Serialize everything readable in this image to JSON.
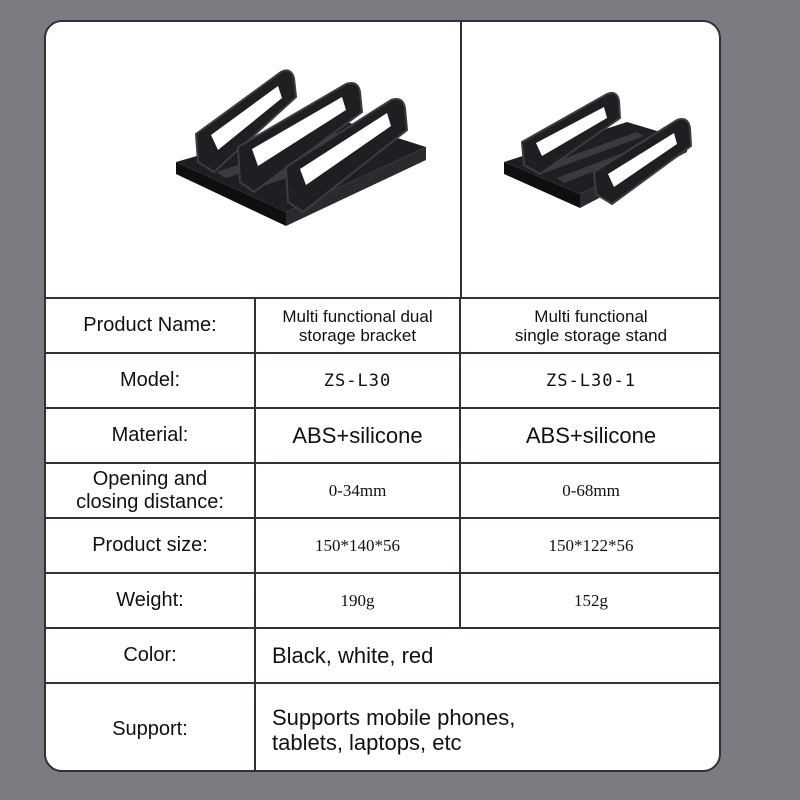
{
  "colors": {
    "background": "#7b7c81",
    "card": "#ffffff",
    "border": "#2e3140",
    "product": "#1e1f22"
  },
  "products": [
    {
      "image_icon": "dual-storage-bracket-image"
    },
    {
      "image_icon": "single-storage-stand-image"
    }
  ],
  "specs": {
    "product_name": {
      "label": "Product Name:",
      "v1": "Multi functional dual\nstorage bracket",
      "v2": "Multi functional\nsingle storage stand"
    },
    "model": {
      "label": "Model:",
      "v1": "ZS-L30",
      "v2": "ZS-L30-1"
    },
    "material": {
      "label": "Material:",
      "v1": "ABS+silicone",
      "v2": "ABS+silicone"
    },
    "distance": {
      "label": "Opening and\nclosing distance:",
      "v1": "0-34mm",
      "v2": "0-68mm"
    },
    "size": {
      "label": "Product size:",
      "v1": "150*140*56",
      "v2": "150*122*56"
    },
    "weight": {
      "label": "Weight:",
      "v1": "190g",
      "v2": "152g"
    },
    "color": {
      "label": "Color:",
      "value": "Black, white, red"
    },
    "support": {
      "label": "Support:",
      "value": "Supports mobile phones,\ntablets, laptops, etc"
    }
  }
}
